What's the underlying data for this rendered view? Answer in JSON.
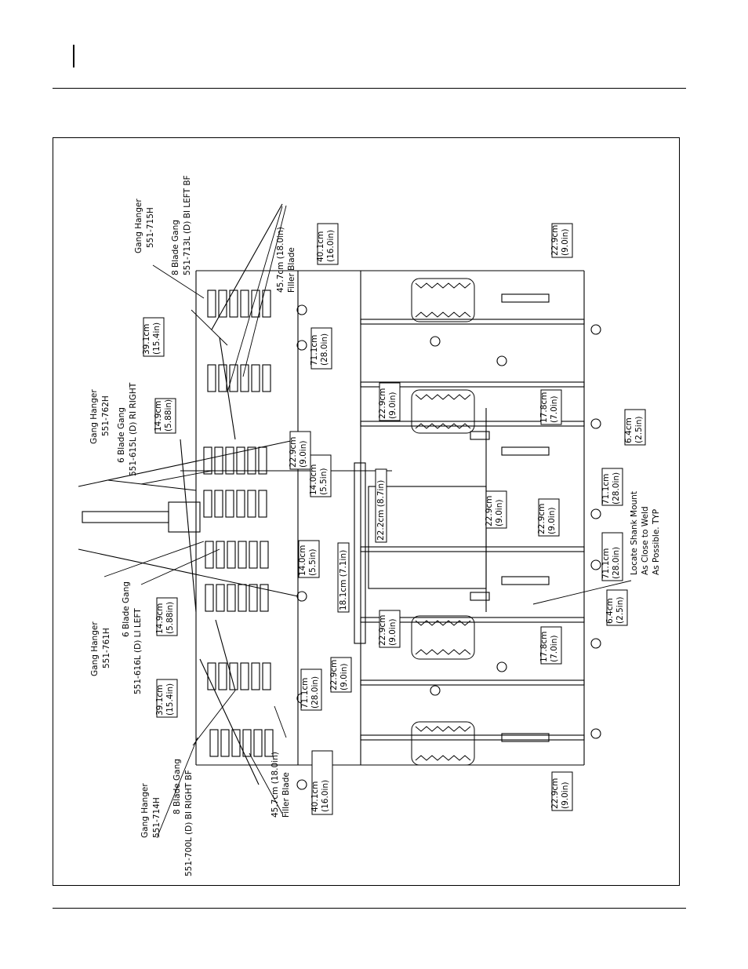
{
  "drawing": {
    "labels_left": [
      {
        "l1": "Gang Hanger",
        "l2": "551-714H"
      },
      {
        "l1": "8 Blade Gang",
        "l2": "551-700L (D) BI RIGHT BF"
      },
      {
        "l1": "Gang Hanger",
        "l2": "551-761H"
      },
      {
        "l1": "6 Blade Gang",
        "l2": "551-616L (D) LI LEFT"
      }
    ],
    "labels_right": [
      {
        "l1": "Gang Hanger",
        "l2": "551-762H"
      },
      {
        "l1": "6 Blade Gang",
        "l2": "551-615L (D) RI RIGHT"
      },
      {
        "l1": "Gang Hanger",
        "l2": "551-715H"
      },
      {
        "l1": "8 Blade Gang",
        "l2": "551-713L (D) BI LEFT BF"
      }
    ],
    "filler_left": {
      "l1": "45.7cm (18.0in)",
      "l2": "Filler Blade"
    },
    "filler_right": {
      "l1": "45.7cm (18.0in)",
      "l2": "Filler Blade"
    },
    "note": {
      "l1": "Locate Shank Mount",
      "l2": "As Close to Weld",
      "l3": "As Possible. TYP"
    },
    "dims": {
      "d401a": {
        "a": "40.1cm",
        "b": "(16.0in)"
      },
      "d401b": {
        "a": "40.1cm",
        "b": "(16.0in)"
      },
      "d711a": {
        "a": "71.1cm",
        "b": "(28.0in)"
      },
      "d711b": {
        "a": "71.1cm",
        "b": "(28.0in)"
      },
      "d711c": {
        "a": "71.1cm",
        "b": "(28.0in)"
      },
      "d711d": {
        "a": "71.1cm",
        "b": "(28.0in)"
      },
      "d391a": {
        "a": "39.1cm",
        "b": "(15.4in)"
      },
      "d391b": {
        "a": "39.1cm",
        "b": "(15.4in)"
      },
      "d149a": {
        "a": "14.9cm",
        "b": "(5.88in)"
      },
      "d149b": {
        "a": "14.9cm",
        "b": "(5.88in)"
      },
      "d140a": {
        "a": "14.0cm",
        "b": "(5.5in)"
      },
      "d140b": {
        "a": "14.0cm",
        "b": "(5.5in)"
      },
      "d229a": {
        "a": "22.9cm",
        "b": "(9.0in)"
      },
      "d229b": {
        "a": "22.9cm",
        "b": "(9.0in)"
      },
      "d229c": {
        "a": "22.9cm",
        "b": "(9.0in)"
      },
      "d229d": {
        "a": "22.9cm",
        "b": "(9.0in)"
      },
      "d229e": {
        "a": "22.9cm",
        "b": "(9.0in)"
      },
      "d229f": {
        "a": "22.9cm",
        "b": "(9.0in)"
      },
      "d229g": {
        "a": "22.9cm",
        "b": "(9.0in)"
      },
      "d229h": {
        "a": "22.9cm",
        "b": "(9.0in)"
      },
      "d178a": {
        "a": "17.8cm",
        "b": "(7.0in)"
      },
      "d178b": {
        "a": "17.8cm",
        "b": "(7.0in)"
      },
      "d64a": {
        "a": "6.4cm",
        "b": "(2.5in)"
      },
      "d64b": {
        "a": "6.4cm",
        "b": "(2.5in)"
      },
      "d181": "18.1cm (7.1in)",
      "d222": "22.2cm (8.7in)"
    }
  }
}
